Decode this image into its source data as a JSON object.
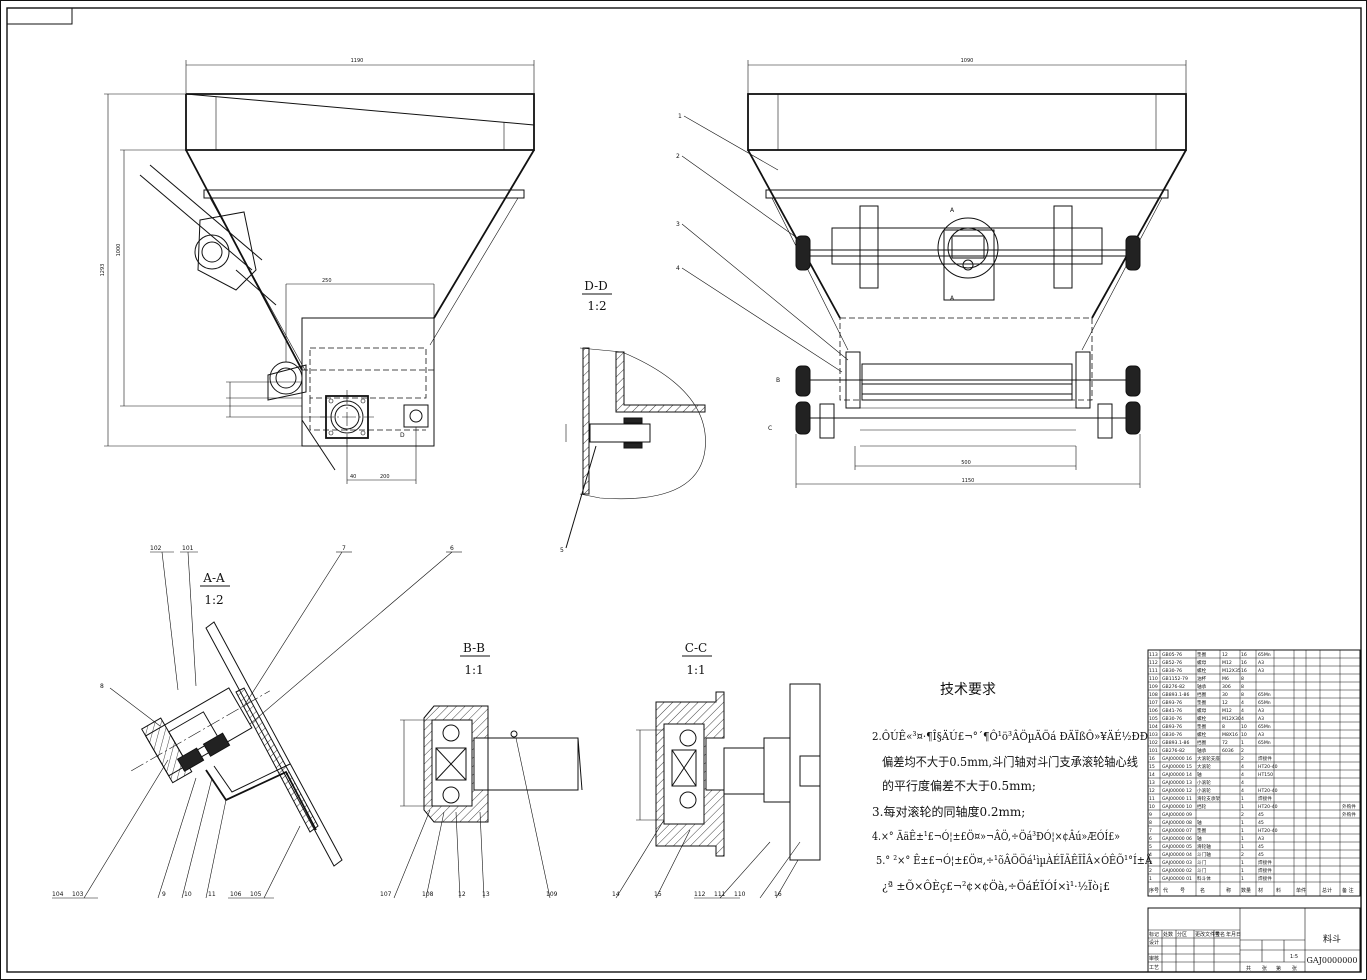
{
  "views": {
    "dd": {
      "title": "D-D",
      "scale": "1:2",
      "callout": "5"
    },
    "aa": {
      "title": "A-A",
      "scale": "1:2"
    },
    "bb": {
      "title": "B-B",
      "scale": "1:1"
    },
    "cc": {
      "title": "C-C",
      "scale": "1:1"
    }
  },
  "front": {
    "leaders": [
      "1",
      "2",
      "3",
      "4"
    ],
    "section_marks": [
      "A",
      "A",
      "B",
      "C"
    ]
  },
  "callouts_aa": [
    "102",
    "101",
    "7",
    "6",
    "8",
    "104",
    "103",
    "9",
    "10",
    "11",
    "106",
    "105"
  ],
  "callouts_bb": [
    "107",
    "108",
    "12",
    "13",
    "109"
  ],
  "callouts_cc": [
    "14",
    "15",
    "112",
    "111",
    "110",
    "16"
  ],
  "tech": {
    "title": "技术要求",
    "lines": [
      "2.ÔÚÊ«³¤·¶Î§ÄÚ£¬°´¶Ô¹ö³ÂÖµÄÖá ÐÄÏßÔ»¥ÄÉ½ÐÐ",
      "偏差均不大于0.5mm,斗门轴对斗门支承滚轮轴心线",
      "的平行度偏差不大于0.5mm;",
      "3.每对滚轮的同轴度0.2mm;",
      "4.×° ÄäÊ±¹£¬Ó¦±£Ö¤»¬ÂÖ,÷Öá³ÐÓ¦×¢Âú»ÆÓÍ£»",
      "5.° ²×° Ê±£¬Ó¦±£Ö¤,÷¹õÂÖÖá¹ìµÀÉÏÃÊÏÎÂ×ÓÊÕ¹°Í±Å",
      "¿ª ±Õ×ÔÈç£¬²¢×¢Öà,÷ÖáÉÏÓÍ×ì¹·½Ïò¡£"
    ]
  },
  "bom": {
    "rows": [
      [
        "113",
        "GB05-76",
        "垫圈",
        "12",
        "16",
        "65Mn",
        ""
      ],
      [
        "112",
        "GB52-76",
        "螺母",
        "M12",
        "16",
        "A3",
        ""
      ],
      [
        "111",
        "GB30-76",
        "螺栓",
        "M12X35",
        "16",
        "A3",
        ""
      ],
      [
        "110",
        "GB1152-79",
        "油杯",
        "M6",
        "8",
        "",
        ""
      ],
      [
        "109",
        "GB276-82",
        "轴承",
        "306",
        "8",
        "",
        ""
      ],
      [
        "108",
        "GB893.1-86",
        "挡圈",
        "30",
        "8",
        "65Mn",
        ""
      ],
      [
        "107",
        "GB93-76",
        "垫圈",
        "12",
        "4",
        "65Mn",
        ""
      ],
      [
        "106",
        "GB41-76",
        "螺母",
        "M12",
        "4",
        "A3",
        ""
      ],
      [
        "105",
        "GB30-76",
        "螺栓",
        "M12X30",
        "4",
        "A3",
        ""
      ],
      [
        "104",
        "GB93-76",
        "垫圈",
        "8",
        "10",
        "65Mn",
        ""
      ],
      [
        "103",
        "GB30-76",
        "螺栓",
        "M8X16",
        "10",
        "A3",
        ""
      ],
      [
        "102",
        "GB893.1-86",
        "挡圈",
        "72",
        "1",
        "65Mn",
        ""
      ],
      [
        "101",
        "GB276-82",
        "轴承",
        "6036",
        "2",
        "",
        ""
      ],
      [
        "16",
        "GAJ00000 16",
        "大滚轮支座",
        "",
        "2",
        "焊接件",
        ""
      ],
      [
        "15",
        "GAJ00000 15",
        "大滚轮",
        "",
        "4",
        "HT20-40",
        ""
      ],
      [
        "14",
        "GAJ00000 14",
        "轴",
        "",
        "4",
        "HT150",
        ""
      ],
      [
        "13",
        "GAJ00000 13",
        "小滚轮",
        "",
        "4",
        "",
        ""
      ],
      [
        "12",
        "GAJ00000 12",
        "小滚轮",
        "",
        "4",
        "HT20-40",
        ""
      ],
      [
        "11",
        "GAJ00000 11",
        "滑轮支承架",
        "",
        "1",
        "焊接件",
        ""
      ],
      [
        "10",
        "GAJ00000 10",
        "挡轮",
        "",
        "1",
        "HT20-40",
        "外购件"
      ],
      [
        "9",
        "GAJ00000 09",
        "",
        "",
        "2",
        "45",
        "外购件"
      ],
      [
        "8",
        "GAJ00000 08",
        "轴",
        "",
        "1",
        "45",
        ""
      ],
      [
        "7",
        "GAJ00000 07",
        "垫圈",
        "",
        "1",
        "HT20-40",
        ""
      ],
      [
        "6",
        "GAJ00000 06",
        "轴",
        "",
        "1",
        "A3",
        ""
      ],
      [
        "5",
        "GAJ00000 05",
        "滑轮轴",
        "",
        "1",
        "45",
        ""
      ],
      [
        "4",
        "GAJ00000 04",
        "斗门轴",
        "",
        "2",
        "45",
        ""
      ],
      [
        "3",
        "GAJ00000 03",
        "斗门",
        "",
        "1",
        "焊接件",
        ""
      ],
      [
        "2",
        "GAJ00000 02",
        "斗门",
        "",
        "1",
        "焊接件",
        ""
      ],
      [
        "1",
        "GAJ00000 01",
        "料斗体",
        "",
        "1",
        "焊接件",
        ""
      ]
    ],
    "header": [
      "序号",
      "代",
      "号",
      "名",
      "称",
      "数量",
      "材",
      "料",
      "单件",
      "总计",
      "备 注"
    ]
  },
  "title_block": {
    "name": "料斗",
    "code": "GAJ0000000",
    "scale": "1:5",
    "rows_left": [
      "标记",
      "处数",
      "分区",
      "更改文件号",
      "签名",
      "年月日"
    ],
    "roles": [
      "设计",
      "审核",
      "工艺"
    ],
    "foot": [
      "共",
      "张",
      "第",
      "张"
    ]
  },
  "dims": {
    "top_left": "1190",
    "top_right": "1090",
    "left_h1": "1000",
    "left_h2": "1293",
    "d250": "250",
    "d200": "200",
    "d40": "40",
    "right_500": "500",
    "right_1150": "1150"
  }
}
